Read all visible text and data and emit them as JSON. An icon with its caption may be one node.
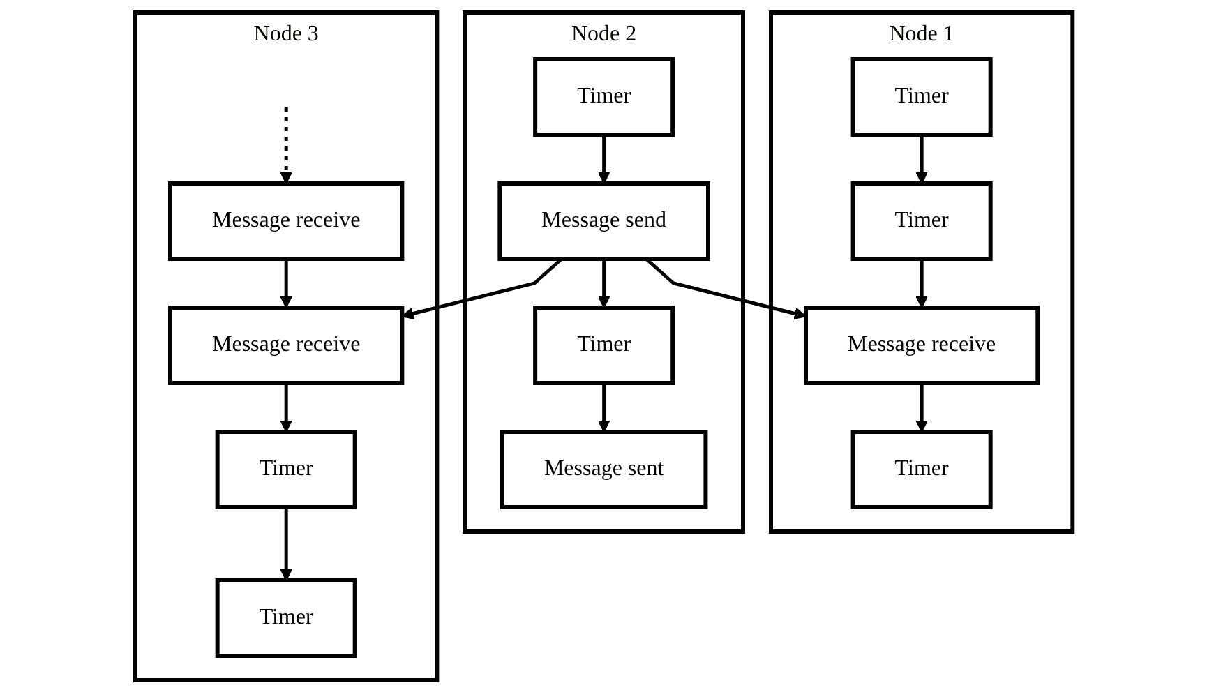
{
  "diagram": {
    "nodes": [
      {
        "text": [
          "Node 1"
        ]
      },
      {
        "text": [
          "Timer"
        ],
        "in": 0
      },
      {
        "text": [
          "Timer"
        ],
        "in": 0
      },
      {
        "text": [
          "Message receive"
        ],
        "in": 0
      },
      {
        "text": [
          "Timer"
        ],
        "in": 0
      },
      {
        "text": [
          "Node 2"
        ]
      },
      {
        "text": [
          "Timer"
        ],
        "in": 5
      },
      {
        "text": [
          "Message send"
        ],
        "in": 5
      },
      {
        "text": [
          "Timer"
        ],
        "in": 5
      },
      {
        "text": [
          "Message sent"
        ],
        "in": 5
      },
      {
        "text": [
          "Node 3"
        ]
      },
      {
        "text": [
          "Message receive"
        ],
        "in": 10
      },
      {
        "text": [
          "Message receive"
        ],
        "in": 10
      },
      {
        "text": [
          "Timer"
        ],
        "in": 10
      },
      {
        "text": [
          "Timer"
        ],
        "in": 10
      }
    ],
    "edges": [
      {
        "from": 1,
        "to": 2,
        "arrow": "to"
      },
      {
        "from": 2,
        "to": 3,
        "arrow": "to"
      },
      {
        "from": 3,
        "to": 4,
        "arrow": "to"
      },
      {
        "from": 6,
        "to": 7,
        "arrow": "to"
      },
      {
        "from": 7,
        "to": 8,
        "arrow": "to"
      },
      {
        "from": 8,
        "to": 9,
        "arrow": "to"
      },
      {
        "from": 7,
        "to": 3,
        "arrow": "to"
      },
      {
        "from": 7,
        "to": 12,
        "arrow": "to"
      },
      {
        "from": null,
        "to": 11,
        "arrow": "to",
        "style": "dashed"
      },
      {
        "from": 11,
        "to": 12,
        "arrow": "to"
      },
      {
        "from": 12,
        "to": 13,
        "arrow": "to"
      },
      {
        "from": 13,
        "to": 14,
        "arrow": "to"
      }
    ]
  }
}
